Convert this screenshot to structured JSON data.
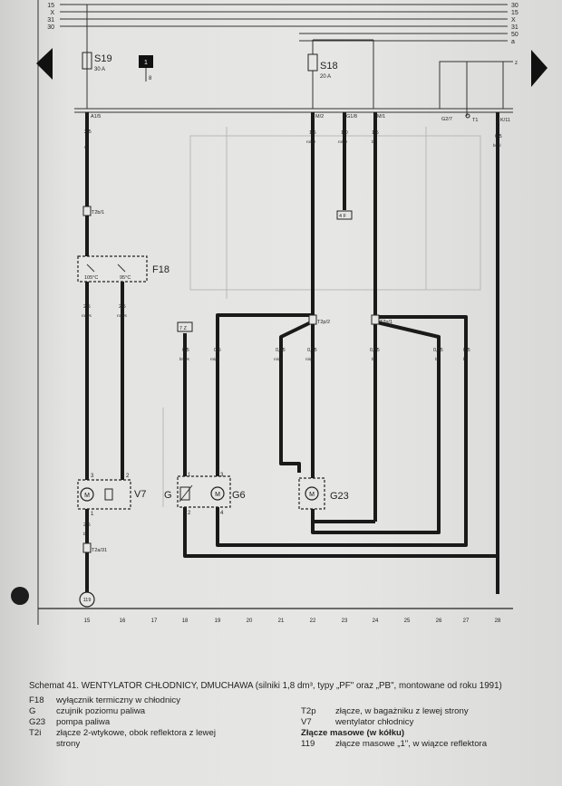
{
  "rails": {
    "left_labels": [
      "15",
      "X",
      "31",
      "30"
    ],
    "right_labels": [
      "30",
      "15",
      "X",
      "31",
      "50",
      "a"
    ]
  },
  "nav": {
    "prev": "◀",
    "next": "▶"
  },
  "fuses": {
    "s19": {
      "name": "S19",
      "rating": "30 A"
    },
    "s18": {
      "name": "S18",
      "rating": "20 A"
    },
    "relay_block": "1",
    "relay_pin": "8"
  },
  "connectors": {
    "a15": "A1/5",
    "m2": "M/2",
    "g13": "G1/8",
    "m1": "M/1",
    "g27": "G2/7",
    "t1": "T1",
    "k11": "K/11",
    "t2b1": "T2b/1",
    "t2b2": "T2p/2",
    "t2p1": "T2p/1",
    "t2a": "T2a/31",
    "z": "z",
    "box4f": "4 F",
    "box7f": "7 Z"
  },
  "wires": {
    "w1": {
      "gauge": "2,5",
      "color": "rt"
    },
    "w2": {
      "gauge": "1,5",
      "color": "ro/ge"
    },
    "w3": {
      "gauge": "1,0",
      "color": "ro/ge"
    },
    "w4": {
      "gauge": "1,5",
      "color": "br"
    },
    "w5": {
      "gauge": "0,5",
      "color": "br/sl"
    },
    "w6": {
      "gauge": "2,5",
      "color": "ro/ws"
    },
    "w7": {
      "gauge": "2,5",
      "color": "ro/ws"
    },
    "w8": {
      "gauge": "0,5",
      "color": "br/ws"
    },
    "w9": {
      "gauge": "0,5",
      "color": "ro/ge"
    },
    "w10": {
      "gauge": "0,75",
      "color": "ro/ge"
    },
    "w11": {
      "gauge": "0,75",
      "color": "ro/ge"
    },
    "w12": {
      "gauge": "0,75",
      "color": "br"
    },
    "w13": {
      "gauge": "0,75",
      "color": "br"
    },
    "w14": {
      "gauge": "0,5",
      "color": "br"
    },
    "w15": {
      "gauge": "2,5",
      "color": "br"
    }
  },
  "components": {
    "f18": "F18",
    "f18_temp1": "105°C",
    "f18_temp2": "95°C",
    "v7": "V7",
    "g": "G",
    "g6": "G6",
    "g23": "G23",
    "ground": "119",
    "pin_v7_3": "3",
    "pin_v7_2": "2",
    "pin_v7_1": "1",
    "pin_g_1": "1",
    "pin_g_2": "2",
    "pin_g6_3": "3",
    "pin_g6_4": "4"
  },
  "columns": [
    "15",
    "16",
    "17",
    "18",
    "19",
    "20",
    "21",
    "22",
    "23",
    "24",
    "25",
    "26",
    "27",
    "28"
  ],
  "caption": {
    "title": "Schemat 41. WENTYLATOR CHŁODNICY, DMUCHAWA (silniki 1,8 dm³, typy „PF\" oraz „PB\", montowane od roku 1991)",
    "legend_left": [
      {
        "key": "F18",
        "text": "wyłącznik termiczny w chłodnicy"
      },
      {
        "key": "G",
        "text": "czujnik poziomu paliwa"
      },
      {
        "key": "G23",
        "text": "pompa paliwa"
      },
      {
        "key": "T2i",
        "text": "złącze 2-wtykowe, obok reflektora z lewej"
      },
      {
        "key": "",
        "text": "strony"
      }
    ],
    "legend_right": [
      {
        "key": "T2p",
        "text": "złącze, w bagażniku z lewej strony"
      },
      {
        "key": "V7",
        "text": "wentylator chłodnicy"
      }
    ],
    "ground_heading": "Złącze masowe (w kółku)",
    "ground_item": {
      "key": "119",
      "text": "złącze masowe „1\", w wiązce reflektora"
    }
  }
}
